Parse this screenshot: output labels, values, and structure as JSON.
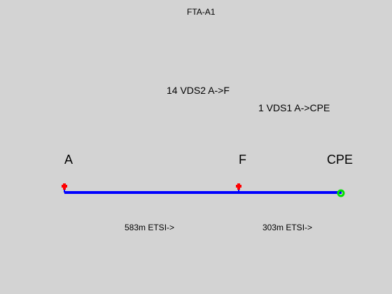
{
  "title": "FTA-A1",
  "services": [
    {
      "text": "14 VDS2 A->F"
    },
    {
      "text": "1 VDS1 A->CPE"
    }
  ],
  "nodes": [
    {
      "label": "A",
      "marker": "red-plus",
      "color": "#ff0000"
    },
    {
      "label": "F",
      "marker": "red-plus",
      "color": "#ff0000"
    },
    {
      "label": "CPE",
      "marker": "green-circle",
      "color": "#00e000"
    }
  ],
  "segments": [
    {
      "label": "583m ETSI->"
    },
    {
      "label": "303m ETSI->"
    }
  ],
  "colors": {
    "background": "#d3d3d3",
    "line": "#0000ff",
    "node_marker": "#ff0000",
    "end_marker": "#00e000"
  }
}
